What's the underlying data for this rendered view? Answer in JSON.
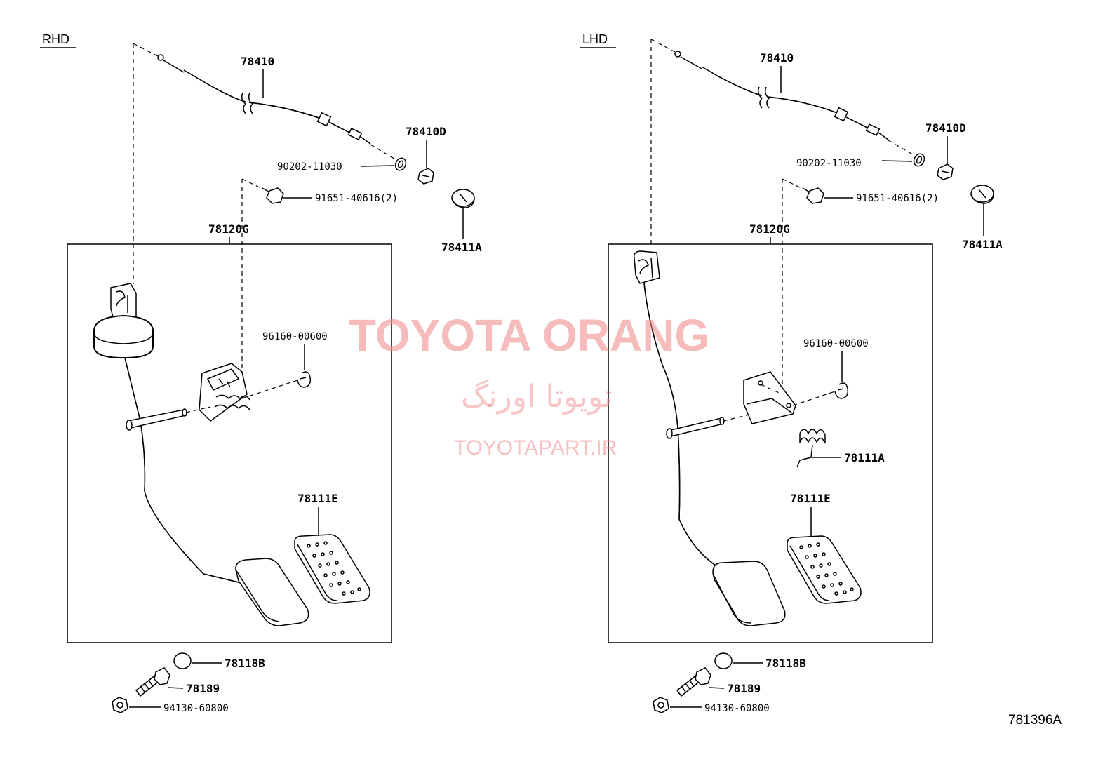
{
  "diagram": {
    "watermark": {
      "brand": "TOYOTA ORANG",
      "brand_fa": "تویوتا اورنگ",
      "website": "TOYOTAPART.IR"
    },
    "rhd": {
      "side_label": "RHD",
      "parts": {
        "cable": "78410",
        "clip": "78410D",
        "grommet": "90202-11030",
        "bolt": "91651-40616(2)",
        "cover": "78411A",
        "assembly": "78120G",
        "e_ring": "96160-00600",
        "pad": "78111E",
        "stopper": "78118B",
        "stop_bolt": "78189",
        "nut": "94130-60800"
      }
    },
    "lhd": {
      "side_label": "LHD",
      "parts": {
        "cable": "78410",
        "clip": "78410D",
        "grommet": "90202-11030",
        "bolt": "91651-40616(2)",
        "cover": "78411A",
        "assembly": "78120G",
        "e_ring": "96160-00600",
        "spring": "78111A",
        "pad": "78111E",
        "stopper": "78118B",
        "stop_bolt": "78189",
        "nut": "94130-60800"
      }
    },
    "illustration_number": "781396A"
  }
}
